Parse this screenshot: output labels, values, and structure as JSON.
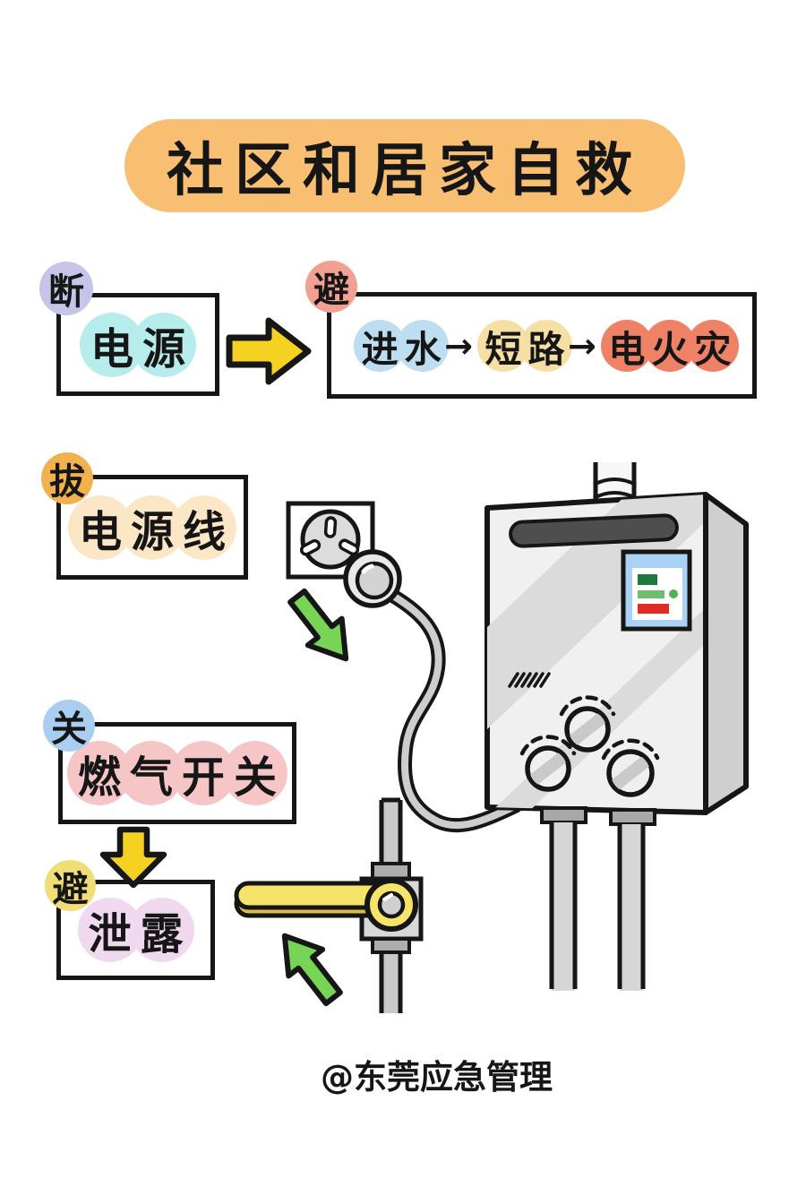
{
  "title": {
    "text": "社区和居家自救",
    "banner_color": "#F8BE72"
  },
  "flow1": {
    "action": {
      "badge": "断",
      "badge_color": "#C6C5E9",
      "word": "电源",
      "bubble_color": "#B7ECEC"
    },
    "consequence": {
      "badge": "避",
      "badge_color": "#F2A091",
      "arrow": "→",
      "items": [
        {
          "text": "进水",
          "bubble_color": "#BDDDF1"
        },
        {
          "text": "短路",
          "bubble_color": "#F6DFA4"
        },
        {
          "text": "电火灾",
          "bubble_color": "#EE8166"
        }
      ]
    }
  },
  "flow2": {
    "action": {
      "badge": "拔",
      "badge_color": "#F2B14F",
      "word": "电源线",
      "bubble_color": "#FBE6C6"
    }
  },
  "flow3": {
    "action": {
      "badge": "关",
      "badge_color": "#A9CEF0",
      "word": "燃气开关",
      "bubble_color": "#F6C5C6"
    },
    "consequence": {
      "badge": "避",
      "badge_color": "#F1DD75",
      "word": "泄露",
      "bubble_color": "#F0D9EE"
    }
  },
  "footer": {
    "credit": "@东莞应急管理"
  },
  "colors": {
    "outline": "#161616",
    "arrow_yellow": "#F5D121",
    "arrow_green": "#77D455",
    "handle_yellow": "#F6E468"
  },
  "icons": {
    "right_arrow": "flow-arrow-right-icon",
    "down_arrow": "flow-arrow-down-icon",
    "socket": "wall-socket-icon",
    "plug": "power-plug-icon",
    "heater": "water-heater-illustration",
    "valve": "gas-valve-illustration"
  }
}
